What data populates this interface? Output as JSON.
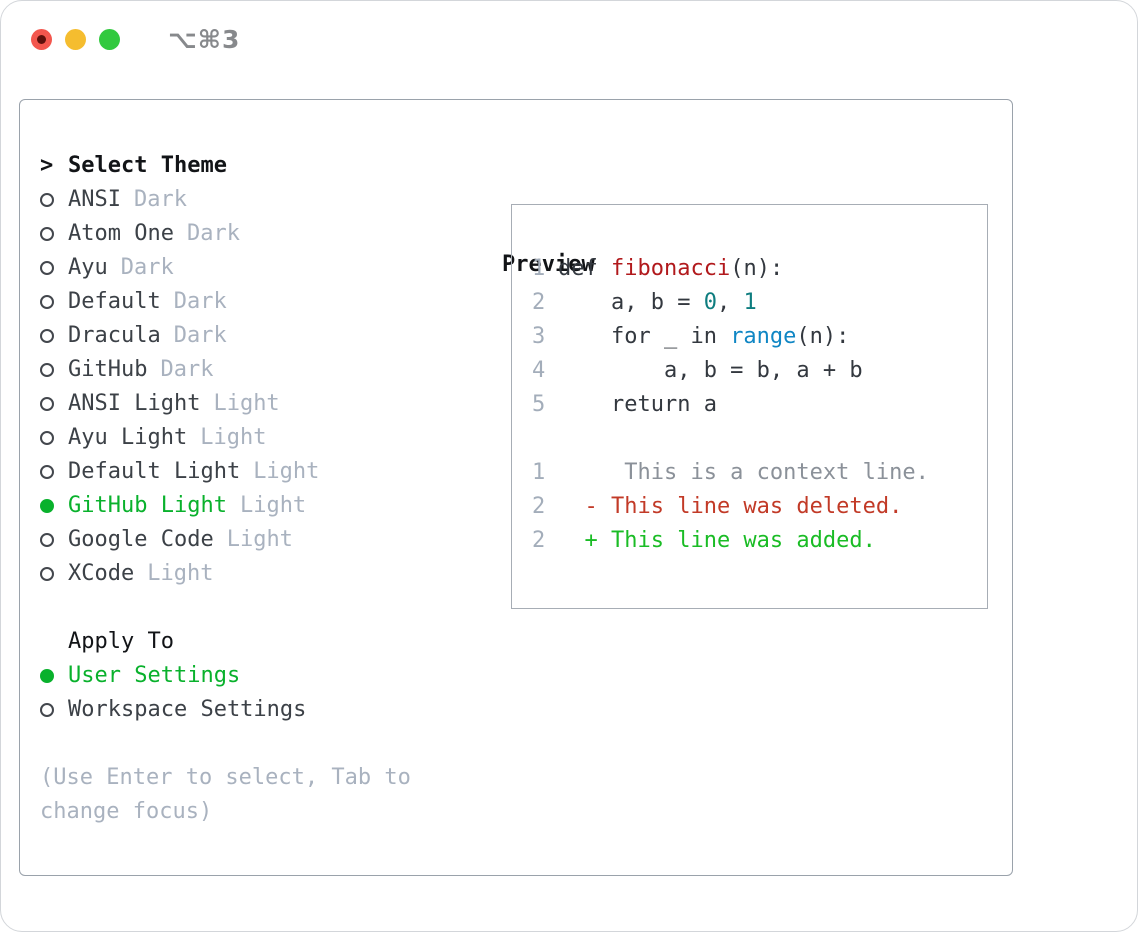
{
  "titlebar": {
    "shortcut": "⌥⌘3",
    "traffic_lights": [
      "close",
      "minimize",
      "zoom"
    ]
  },
  "theme_list": {
    "prompt": ">",
    "title": "Select Theme",
    "items": [
      {
        "name": "ANSI",
        "variant": "Dark",
        "selected": false
      },
      {
        "name": "Atom One",
        "variant": "Dark",
        "selected": false
      },
      {
        "name": "Ayu",
        "variant": "Dark",
        "selected": false
      },
      {
        "name": "Default",
        "variant": "Dark",
        "selected": false
      },
      {
        "name": "Dracula",
        "variant": "Dark",
        "selected": false
      },
      {
        "name": "GitHub",
        "variant": "Dark",
        "selected": false
      },
      {
        "name": "ANSI Light",
        "variant": "Light",
        "selected": false
      },
      {
        "name": "Ayu Light",
        "variant": "Light",
        "selected": false
      },
      {
        "name": "Default Light",
        "variant": "Light",
        "selected": false
      },
      {
        "name": "GitHub Light",
        "variant": "Light",
        "selected": true
      },
      {
        "name": "Google Code",
        "variant": "Light",
        "selected": false
      },
      {
        "name": "XCode",
        "variant": "Light",
        "selected": false
      }
    ]
  },
  "apply_to": {
    "title": "Apply To",
    "options": [
      {
        "label": "User Settings",
        "selected": true
      },
      {
        "label": "Workspace Settings",
        "selected": false
      }
    ]
  },
  "hint_lines": [
    "(Use Enter to select, Tab to",
    "change focus)"
  ],
  "preview": {
    "title": "Preview",
    "lines": [
      {
        "ln": "1",
        "tokens": [
          {
            "text": "def ",
            "color": "default"
          },
          {
            "text": "fibonacci",
            "color": "function"
          },
          {
            "text": "(n):",
            "color": "default"
          }
        ]
      },
      {
        "ln": "2",
        "tokens": [
          {
            "text": "    a, b = ",
            "color": "default"
          },
          {
            "text": "0",
            "color": "number"
          },
          {
            "text": ", ",
            "color": "default"
          },
          {
            "text": "1",
            "color": "number"
          }
        ]
      },
      {
        "ln": "3",
        "tokens": [
          {
            "text": "    for _ in ",
            "color": "default"
          },
          {
            "text": "range",
            "color": "call"
          },
          {
            "text": "(n):",
            "color": "default"
          }
        ]
      },
      {
        "ln": "4",
        "tokens": [
          {
            "text": "        a, b = b, a + b",
            "color": "default"
          }
        ]
      },
      {
        "ln": "5",
        "tokens": [
          {
            "text": "    return a",
            "color": "default"
          }
        ]
      },
      {
        "ln": "",
        "tokens": []
      },
      {
        "ln": "1",
        "tokens": [
          {
            "text": "     This is a context line.",
            "color": "context"
          }
        ]
      },
      {
        "ln": "2",
        "tokens": [
          {
            "text": "  - This line was deleted.",
            "color": "deleted"
          }
        ]
      },
      {
        "ln": "2",
        "tokens": [
          {
            "text": "  + This line was added.",
            "color": "added"
          }
        ]
      }
    ]
  },
  "colors": {
    "ui": {
      "selected_green": "#09b12c",
      "item_text": "#3c4147",
      "muted_variant": "#a9b2bf",
      "header_text": "#121417",
      "line_number": "#a3adba",
      "panel_border": "#9aa2ab",
      "preview_border": "#a7adb5",
      "hint_text": "#a9b2bf",
      "shortcut_text": "#87898c",
      "traffic_red": "#f3564d",
      "traffic_yellow": "#f5bd2f",
      "traffic_green": "#31c93e"
    },
    "code": {
      "default": "#33383f",
      "function": "#b1191c",
      "number": "#0e7d7f",
      "call": "#0f86c4",
      "context": "#8b9199",
      "deleted": "#c23a27",
      "added": "#1abc25"
    }
  }
}
